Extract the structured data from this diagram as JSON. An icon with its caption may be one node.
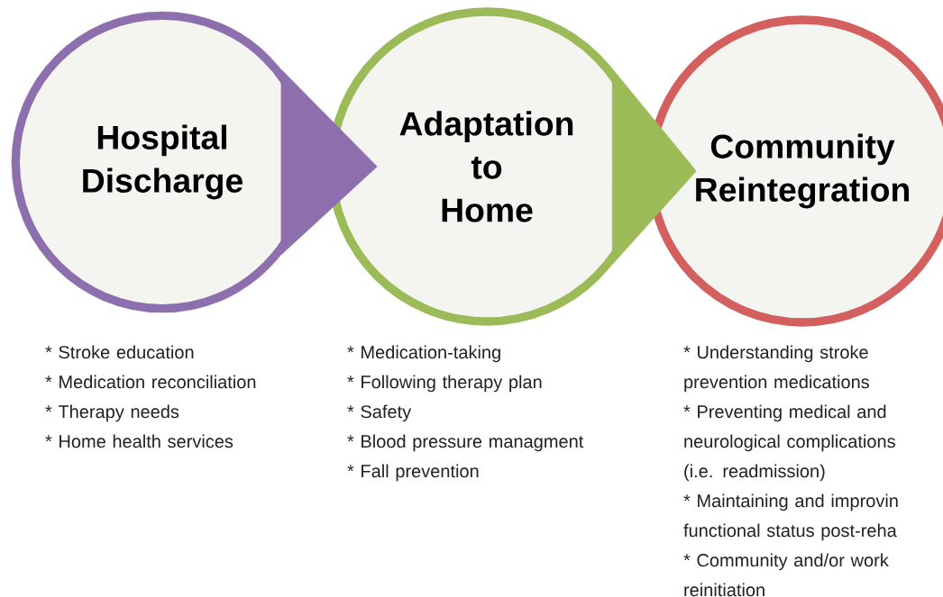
{
  "diagram": {
    "nodes": [
      {
        "text": [
          "Hospital Discharge"
        ],
        "beside": [
          "* Stroke education",
          "* Medication reconciliation",
          "* Therapy needs",
          "* Home health services"
        ]
      },
      {
        "text": [
          "Adaptation to Home"
        ],
        "beside": [
          "* Medication-taking",
          "* Following therapy plan",
          "* Safety",
          "* Blood pressure managment",
          "* Fall prevention"
        ]
      },
      {
        "text": [
          "Community Reintegration"
        ],
        "beside": [
          "* Understanding stroke prevention medications",
          "* Preventing medical and neurological complications (i.e. readmission)",
          "* Maintaining and improvin functional status post-reha",
          "* Community and/or work reinitiation"
        ]
      }
    ],
    "edges": [
      {
        "from": 0,
        "to": 1,
        "arrow": "to"
      },
      {
        "from": 1,
        "to": 2,
        "arrow": "to"
      }
    ]
  }
}
